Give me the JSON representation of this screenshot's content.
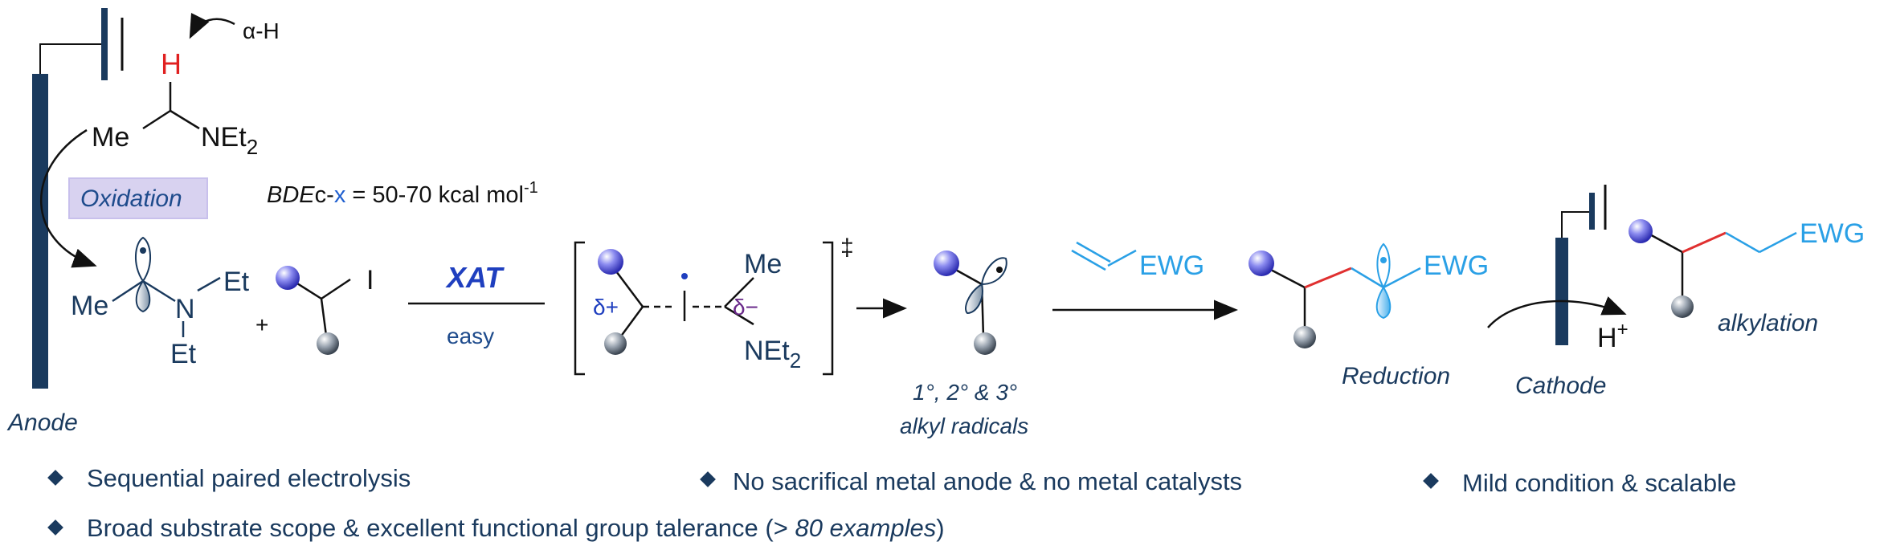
{
  "colors": {
    "navy": "#1a3a5e",
    "blue_text": "#1e4b8c",
    "xat_blue": "#1f3fbf",
    "ewg_blue": "#2aa0e6",
    "h_red": "#e02020",
    "bond_red": "#e03030",
    "delta_purple": "#6a2a8a",
    "oxidation_bg": "#d8d2f0"
  },
  "icons": {
    "substituent": "sphere-icon",
    "orbital": "p-orbital-icon",
    "electrode": "electrode-bar-icon",
    "bullet": "diamond-bullet-icon"
  },
  "labels": {
    "alpha_h": "α-H",
    "h_atom": "H",
    "me": "Me",
    "net2": "NEt",
    "sub2": "2",
    "et": "Et",
    "n": "N",
    "plus": "+",
    "iodine": "I",
    "oxidation": "Oxidation",
    "bde_italic": "BDE",
    "bde_cx_c": "c-",
    "bde_cx_x": "x",
    "bde_value": " = 50-70 kcal mol",
    "bde_exp": "-1",
    "anode": "Anode",
    "xat": "XAT",
    "easy": "easy",
    "delta_plus": "δ+",
    "delta_minus": "δ−",
    "dagger": "‡",
    "radical_types": "1°, 2° & 3°",
    "alkyl_radicals": "alkyl radicals",
    "ewg": "EWG",
    "reduction": "Reduction",
    "cathode": "Cathode",
    "h_plus": "H",
    "plus_sup": "+",
    "alkylation": "alkylation"
  },
  "bullets": [
    {
      "text": "Sequential paired electrolysis"
    },
    {
      "text": "No sacrifical metal anode & no metal catalysts"
    },
    {
      "text": "Mild condition & scalable"
    },
    {
      "text_main": "Broad substrate scope & excellent functional group talerance (> ",
      "text_italic": "80 examples",
      "text_end": ")"
    }
  ]
}
